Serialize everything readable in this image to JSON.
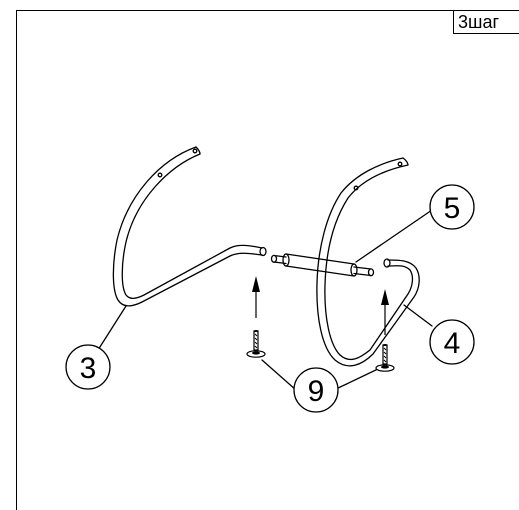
{
  "step_label": "3шаг",
  "callouts": {
    "c3": "3",
    "c4": "4",
    "c5": "5",
    "c9": "9"
  },
  "colors": {
    "line": "#000000",
    "background": "#ffffff"
  },
  "icons": [
    "arrow-up-icon",
    "screw-icon"
  ]
}
